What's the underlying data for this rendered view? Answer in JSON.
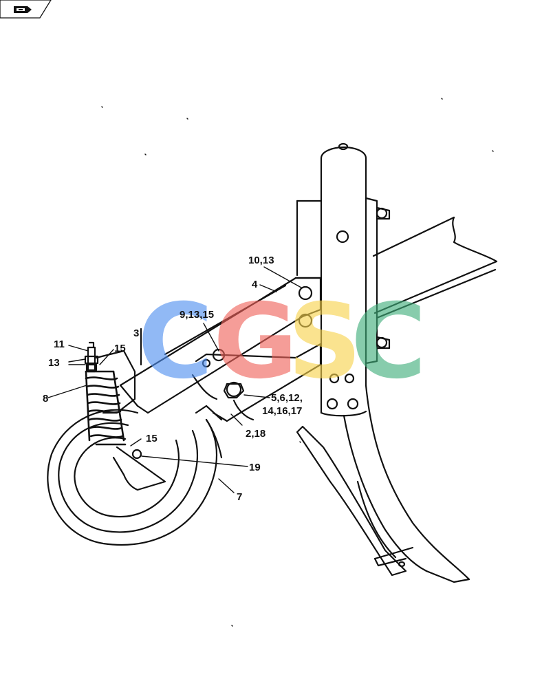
{
  "nav": {
    "icon": "page-back-icon"
  },
  "watermark": {
    "letters": [
      "C",
      "G",
      "S",
      "C"
    ],
    "colors": [
      "#4f8ff0",
      "#f0625a",
      "#f7d24c",
      "#3fae7a"
    ]
  },
  "callouts": {
    "c_10_13": "10,13",
    "c_4": "4",
    "c_9_13_15": "9,13,15",
    "c_3": "3",
    "c_11": "11",
    "c_15_top": "15",
    "c_13": "13",
    "c_8": "8",
    "c_5_6_12": "5,6,12,",
    "c_14_16_17": "14,16,17",
    "c_2_18": "2,18",
    "c_15_bottom": "15",
    "c_19": "19",
    "c_7": "7"
  }
}
